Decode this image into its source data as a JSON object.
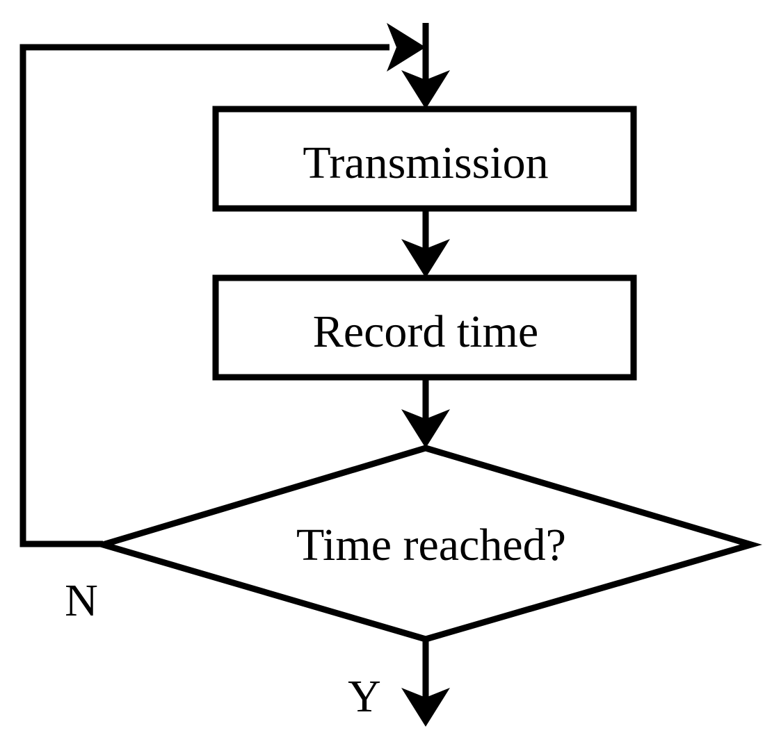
{
  "diagram": {
    "type": "flowchart",
    "title": "",
    "background_color": "#ffffff",
    "line_color": "#000000",
    "text_color": "#000000",
    "nodes": [
      {
        "id": "transmission",
        "shape": "rectangle",
        "label": "Transmission"
      },
      {
        "id": "record_time",
        "shape": "rectangle",
        "label": "Record time"
      },
      {
        "id": "time_reached",
        "shape": "diamond",
        "label": "Time reached?"
      }
    ],
    "branch_labels": {
      "no": "N",
      "yes": "Y"
    },
    "edges": [
      {
        "from": "entry",
        "to": "transmission",
        "label": ""
      },
      {
        "from": "transmission",
        "to": "record_time",
        "label": ""
      },
      {
        "from": "record_time",
        "to": "time_reached",
        "label": ""
      },
      {
        "from": "time_reached",
        "to": "transmission",
        "label": "N"
      },
      {
        "from": "time_reached",
        "to": "exit",
        "label": "Y"
      }
    ]
  }
}
